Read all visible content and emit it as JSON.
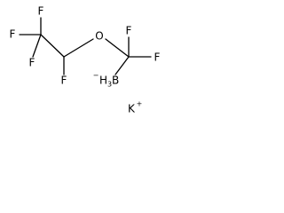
{
  "molecule": {
    "atoms": {
      "f_top": "F",
      "f_left": "F",
      "f_mid": "F",
      "f_lower": "F",
      "oxygen": "O",
      "f_cf2_top": "F",
      "f_cf2_right": "F",
      "boron": "B",
      "boron_h": "H",
      "boron_h_count": "3",
      "boron_charge": "−",
      "potassium": "K",
      "potassium_charge": "+"
    }
  }
}
